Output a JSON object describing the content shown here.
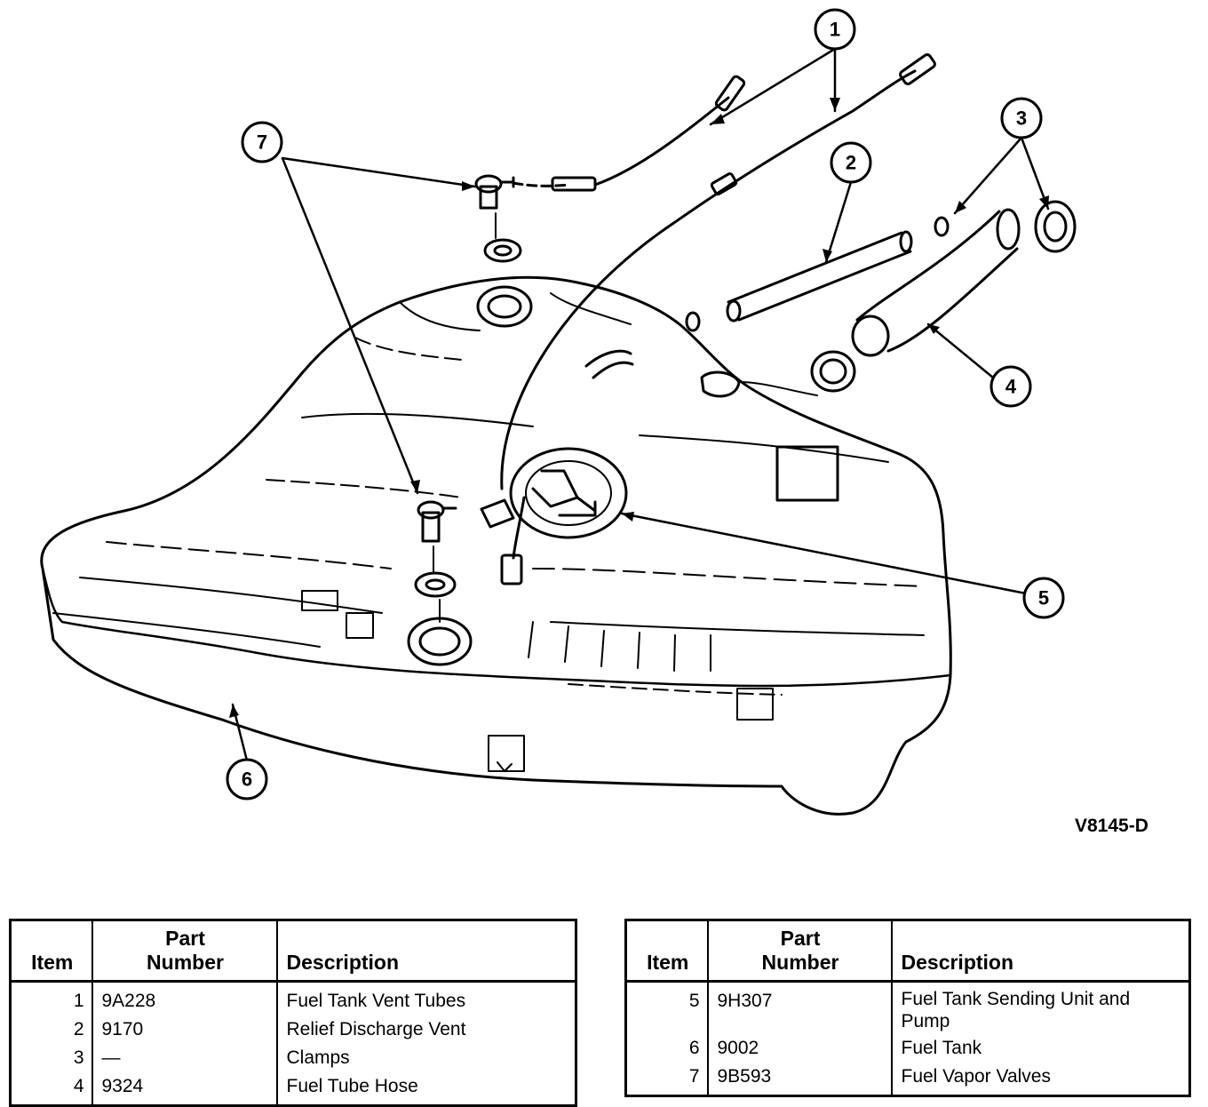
{
  "figure_code": "V8145-D",
  "callouts": [
    "1",
    "2",
    "3",
    "4",
    "5",
    "6",
    "7"
  ],
  "table_headers": {
    "item": "Item",
    "part_number_line1": "Part",
    "part_number_line2": "Number",
    "description": "Description"
  },
  "left_table": [
    {
      "item": "1",
      "part_number": "9A228",
      "description": "Fuel Tank Vent Tubes"
    },
    {
      "item": "2",
      "part_number": "9170",
      "description": "Relief Discharge Vent"
    },
    {
      "item": "3",
      "part_number": "—",
      "description": "Clamps"
    },
    {
      "item": "4",
      "part_number": "9324",
      "description": "Fuel Tube Hose"
    }
  ],
  "right_table": [
    {
      "item": "5",
      "part_number": "9H307",
      "description": "Fuel Tank Sending Unit and Pump"
    },
    {
      "item": "6",
      "part_number": "9002",
      "description": "Fuel Tank"
    },
    {
      "item": "7",
      "part_number": "9B593",
      "description": "Fuel Vapor Valves"
    }
  ]
}
